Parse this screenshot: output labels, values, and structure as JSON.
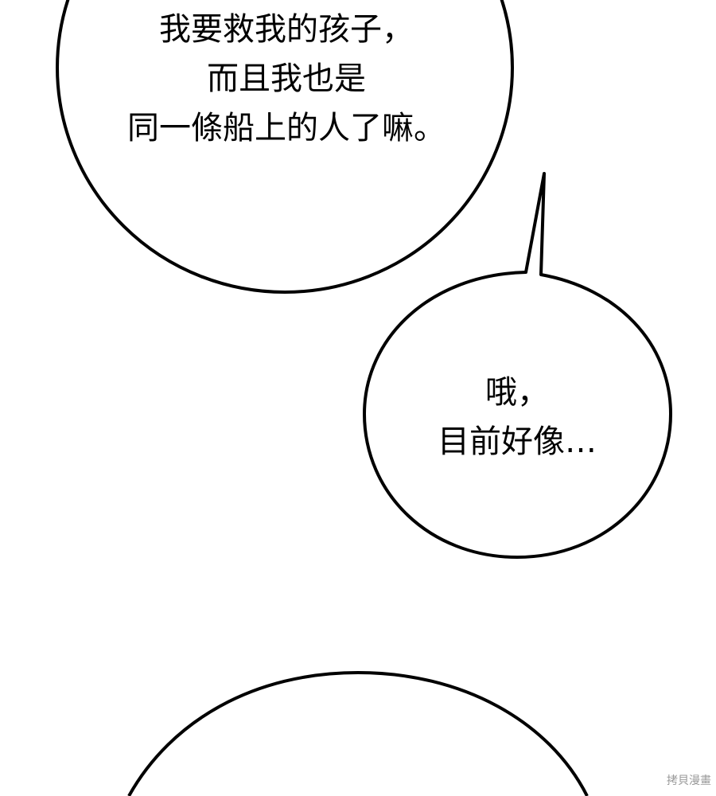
{
  "bubbles": [
    {
      "lines": [
        "我要救我的孩子，",
        "而且我也是",
        "同一條船上的人了嘛。"
      ]
    },
    {
      "lines": [
        "哦，",
        "目前好像…"
      ]
    },
    {
      "lines": []
    }
  ],
  "watermark": "拷貝漫畫",
  "colors": {
    "background": "#ffffff",
    "ink": "#000000",
    "watermark": "#9a9a9a"
  }
}
